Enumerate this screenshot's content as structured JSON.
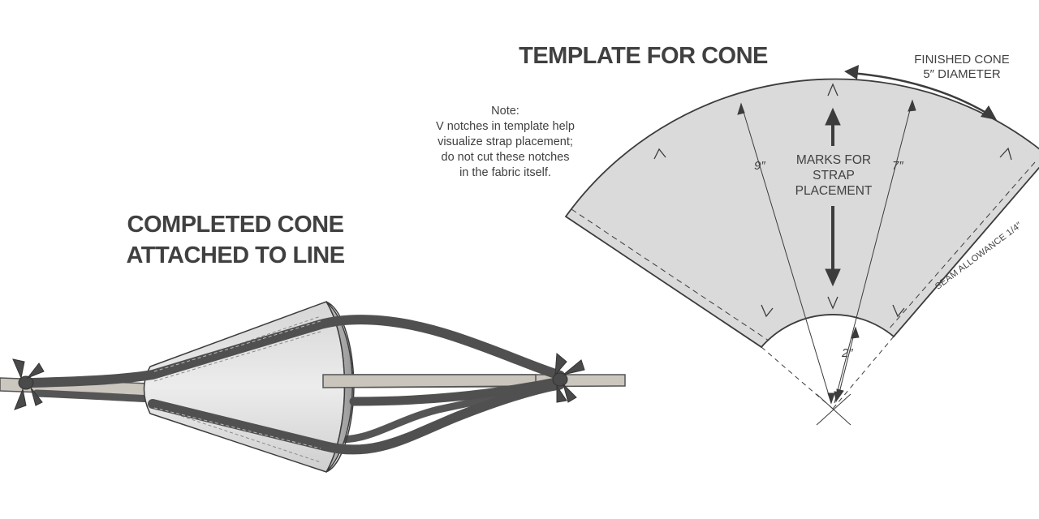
{
  "left_title": {
    "line1": "COMPLETED CONE",
    "line2": "ATTACHED TO LINE"
  },
  "right_title": "TEMPLATE FOR CONE",
  "note": {
    "line1": "Note:",
    "line2": "V notches in template help",
    "line3": "visualize strap placement;",
    "line4": "do not cut these notches",
    "line5": "in the fabric itself."
  },
  "finished_cone": {
    "line1": "FINISHED CONE",
    "line2": "5″ DIAMETER"
  },
  "marks_label": {
    "line1": "MARKS FOR",
    "line2": "STRAP",
    "line3": "PLACEMENT"
  },
  "dimensions": {
    "outer_radius": "9″",
    "mark_radius": "7″",
    "inner_radius": "2″"
  },
  "seam_allowance": "SEAM ALLOWANCE 1/4″",
  "colors": {
    "template_fill": "#dadada",
    "outline": "#3c3c3c",
    "strap": "#555555",
    "line": "#c9c4bc",
    "cone_light": "#e6e6e6",
    "cone_dark": "#b8b8b8"
  }
}
